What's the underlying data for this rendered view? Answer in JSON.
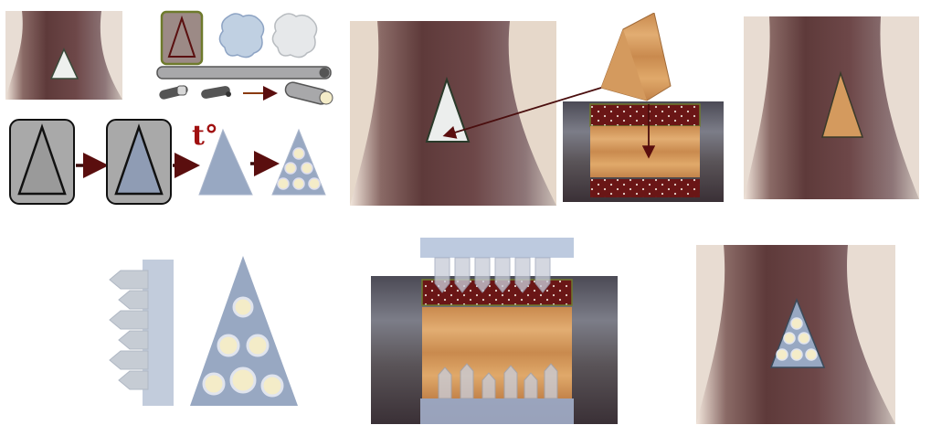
{
  "diagram": {
    "heating_label": "t°",
    "colors": {
      "wood_dark": "#4a2220",
      "wood_skin": "#8a5c58",
      "patch_fill": "#eceeed",
      "insert_orange": "#d49a5e",
      "cement_blue": "#9aaac2",
      "bubble_cream": "#f4ecc8",
      "glue_red": "#6a1616",
      "arrow": "#5a0e0e",
      "heat_text": "#a01010",
      "box_green": "#6e7a2c"
    },
    "panels": [
      "photo-small-patch",
      "materials-legend",
      "process-steps",
      "photo-wood-insert",
      "cross-section-insert",
      "photo-wood-patch",
      "cement-fill",
      "cross-section-pins",
      "photo-cement-patch"
    ]
  }
}
